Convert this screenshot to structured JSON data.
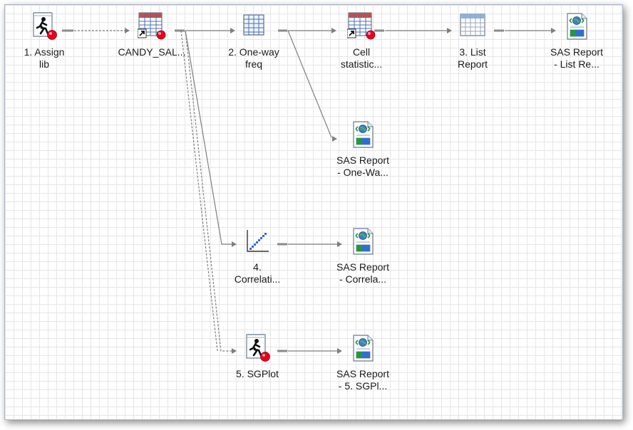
{
  "flow": {
    "nodes": [
      {
        "id": "assign-lib",
        "label": "1. Assign\nlib",
        "icon": "program-node-icon"
      },
      {
        "id": "candy-sales",
        "label": "CANDY_SAL...",
        "icon": "data-table-shortcut-icon"
      },
      {
        "id": "one-way-freq",
        "label": "2. One-way\nfreq",
        "icon": "one-way-frequency-task-icon"
      },
      {
        "id": "cell-statistics",
        "label": "Cell\nstatistic...",
        "icon": "data-table-shortcut-icon"
      },
      {
        "id": "list-report",
        "label": "3. List\nReport",
        "icon": "list-data-task-icon"
      },
      {
        "id": "report-list",
        "label": "SAS Report\n- List Re...",
        "icon": "sas-report-icon"
      },
      {
        "id": "report-one-way",
        "label": "SAS Report\n- One-Wa...",
        "icon": "sas-report-icon"
      },
      {
        "id": "correlation",
        "label": "4.\nCorrelati...",
        "icon": "correlation-task-icon"
      },
      {
        "id": "report-correlation",
        "label": "SAS Report\n- Correla...",
        "icon": "sas-report-icon"
      },
      {
        "id": "sgplot",
        "label": "5. SGPlot",
        "icon": "program-node-icon"
      },
      {
        "id": "report-sgplot",
        "label": "SAS Report\n- 5. SGPl...",
        "icon": "sas-report-icon"
      }
    ],
    "links": [
      {
        "from": "assign-lib",
        "to": "candy-sales",
        "style": "dashed"
      },
      {
        "from": "candy-sales",
        "to": "one-way-freq",
        "style": "solid"
      },
      {
        "from": "one-way-freq",
        "to": "cell-statistics",
        "style": "solid"
      },
      {
        "from": "cell-statistics",
        "to": "list-report",
        "style": "solid"
      },
      {
        "from": "list-report",
        "to": "report-list",
        "style": "solid"
      },
      {
        "from": "one-way-freq",
        "to": "report-one-way",
        "style": "solid"
      },
      {
        "from": "candy-sales",
        "to": "correlation",
        "style": "solid"
      },
      {
        "from": "correlation",
        "to": "report-correlation",
        "style": "solid"
      },
      {
        "from": "candy-sales",
        "to": "sgplot",
        "style": "dashed"
      },
      {
        "from": "sgplot",
        "to": "report-sgplot",
        "style": "solid"
      }
    ]
  },
  "colors": {
    "connector": "#7f7f7f",
    "status_dot": "#e8001c",
    "table_header": "#c0504d",
    "table_grid": "#4a6fb0",
    "report_accent": "#1e9a3c"
  }
}
